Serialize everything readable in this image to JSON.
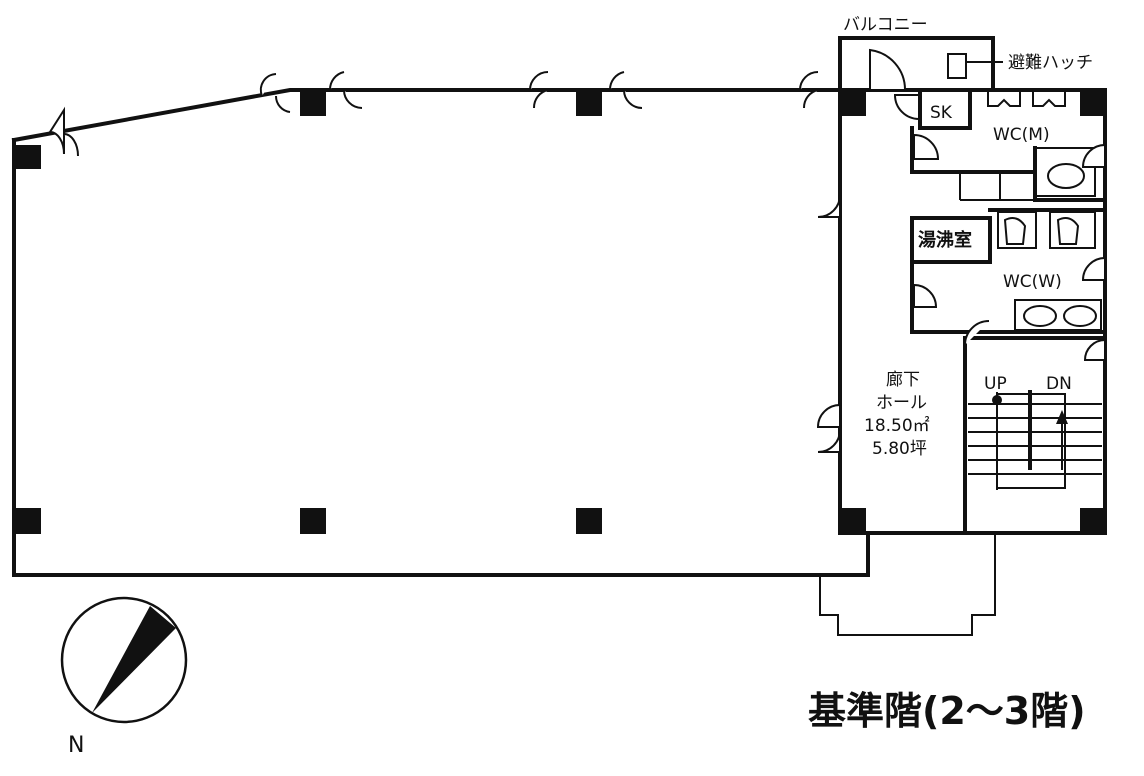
{
  "labels": {
    "balcony": "バルコニー",
    "escape_hatch": "避難ハッチ",
    "sk": "SK",
    "wc_men": "WC(M)",
    "kitchenette": "湯沸室",
    "wc_women": "WC(W)",
    "hall_name_1": "廊下",
    "hall_name_2": "ホール",
    "hall_area_m2": "18.50㎡",
    "hall_area_tsubo": "5.80坪",
    "stair_up": "UP",
    "stair_down": "DN",
    "north": "N"
  },
  "title": "基準階(2〜3階)"
}
